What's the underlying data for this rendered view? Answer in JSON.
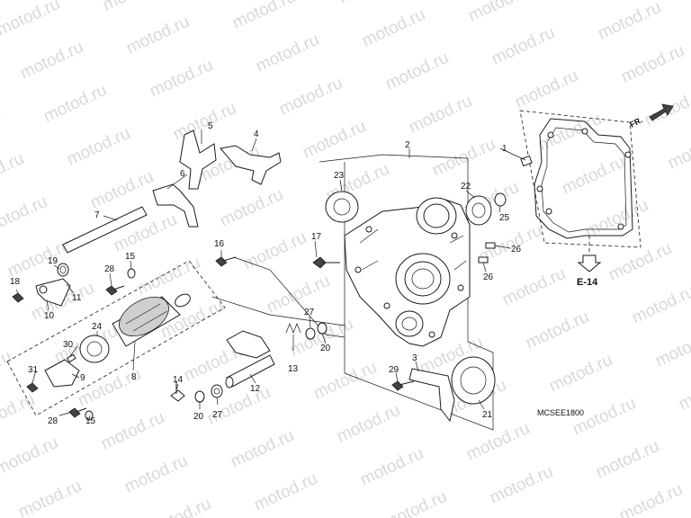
{
  "watermark": "motod.ru",
  "diagram_code": "MCSEE1800",
  "direction_tag": "FR.",
  "page_reference": "E-14",
  "callouts": [
    "1",
    "2",
    "3",
    "4",
    "5",
    "6",
    "7",
    "8",
    "9",
    "10",
    "11",
    "12",
    "13",
    "14",
    "15",
    "15",
    "16",
    "17",
    "18",
    "19",
    "20",
    "20",
    "21",
    "22",
    "23",
    "24",
    "25",
    "26",
    "26",
    "27",
    "27",
    "28",
    "28",
    "29",
    "30",
    "31"
  ],
  "icons": {
    "front_arrow": "right-arrow-icon",
    "reference_arrow": "down-arrow-icon"
  }
}
